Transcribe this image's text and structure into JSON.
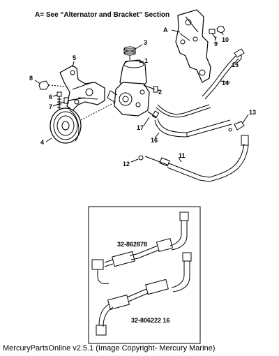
{
  "header_note": "A= See “Alternator and Bracket” Section",
  "section_ref": "A",
  "callouts": [
    "1",
    "2",
    "3",
    "4",
    "5",
    "6",
    "7",
    "8",
    "9",
    "10",
    "11",
    "12",
    "13",
    "14",
    "15",
    "16",
    "17"
  ],
  "inset": {
    "part_numbers": [
      "32-862878",
      "32-806222 16"
    ]
  },
  "footer": "MercuryPartsOnline v2.5.1 (Image Copyright- Mercury Marine)"
}
